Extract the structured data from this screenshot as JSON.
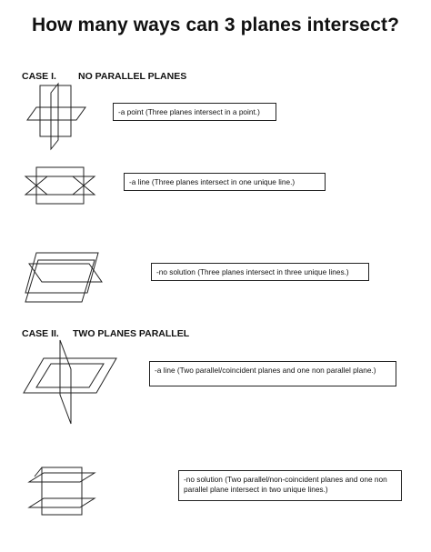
{
  "title": "How many ways can 3 planes intersect?",
  "case1": {
    "label": "CASE  I.",
    "heading": "NO PARALLEL PLANES",
    "items": [
      {
        "text": "-a point (Three planes intersect in a point.)"
      },
      {
        "text": "-a line (Three planes intersect in one unique line.)"
      },
      {
        "text": "-no solution  (Three planes intersect in three unique lines.)"
      }
    ]
  },
  "case2": {
    "label": "CASE  II.",
    "heading": "TWO PLANES PARALLEL",
    "items": [
      {
        "text": "-a line (Two parallel/coincident planes and one non parallel plane.)"
      },
      {
        "text": "-no solution (Two parallel/non-coincident planes and one non parallel plane intersect in two unique lines.)"
      }
    ]
  }
}
